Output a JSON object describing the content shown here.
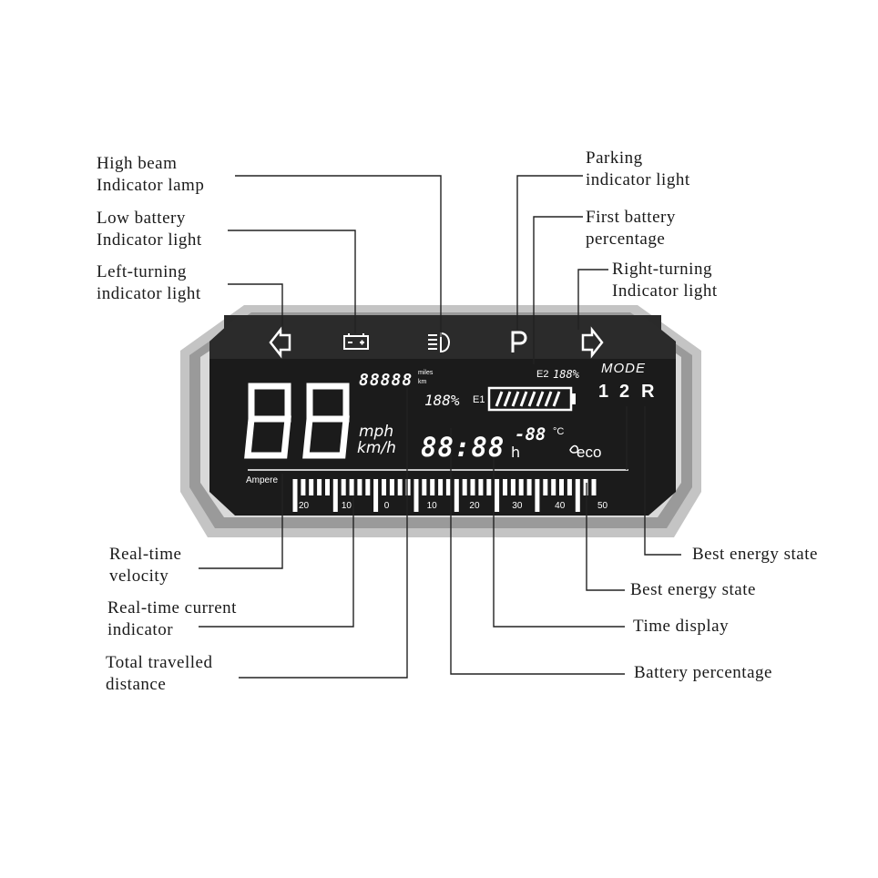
{
  "labels": {
    "high_beam": [
      "High beam",
      "Indicator lamp"
    ],
    "low_battery": [
      "Low battery",
      "Indicator light"
    ],
    "left_turning": [
      "Left-turning",
      "indicator light"
    ],
    "parking": [
      "Parking",
      "indicator light"
    ],
    "first_battery": [
      "First battery",
      "percentage"
    ],
    "right_turning": [
      "Right-turning",
      "Indicator light"
    ],
    "best_energy_1": [
      "Best energy state"
    ],
    "best_energy_2": [
      "Best energy state"
    ],
    "time_display": [
      "Time display"
    ],
    "battery_percentage": [
      "Battery percentage"
    ],
    "velocity": [
      "Real-time",
      "velocity"
    ],
    "current": [
      "Real-time current",
      "indicator"
    ],
    "distance": [
      "Total travelled",
      "distance"
    ]
  },
  "display": {
    "speed_digits": "88",
    "speed_unit_mph": "mph",
    "speed_unit_kmh": "km/h",
    "odometer": "88888",
    "odometer_unit_miles": "miles",
    "odometer_unit_km": "km",
    "e1_percent": "188%",
    "e1_label": "E1",
    "e2_label": "E2",
    "e2_percent": "188%",
    "time_digits": "88:88",
    "time_unit": "h",
    "temperature": "-88",
    "temperature_unit": "°C",
    "eco": "eco",
    "mode_label": "MODE",
    "mode_1": "1",
    "mode_2": "2",
    "mode_r": "R",
    "parking_symbol": "P",
    "ampere_label": "Ampere",
    "ampere_ticks": [
      "20",
      "10",
      "0",
      "10",
      "20",
      "30",
      "40",
      "50"
    ]
  },
  "icons": [
    "left-arrow-icon",
    "battery-icon",
    "headlight-icon",
    "parking-icon",
    "right-arrow-icon",
    "eco-leaf-icon"
  ],
  "colors": {
    "bezel_outer": "#bdbdbd",
    "bezel_inner": "#8f8f8f",
    "lcd_background": "#1b1b1b",
    "lcd_top_strip": "#2c2c2c",
    "segment": "#ffffff",
    "leader_line": "#222222"
  }
}
